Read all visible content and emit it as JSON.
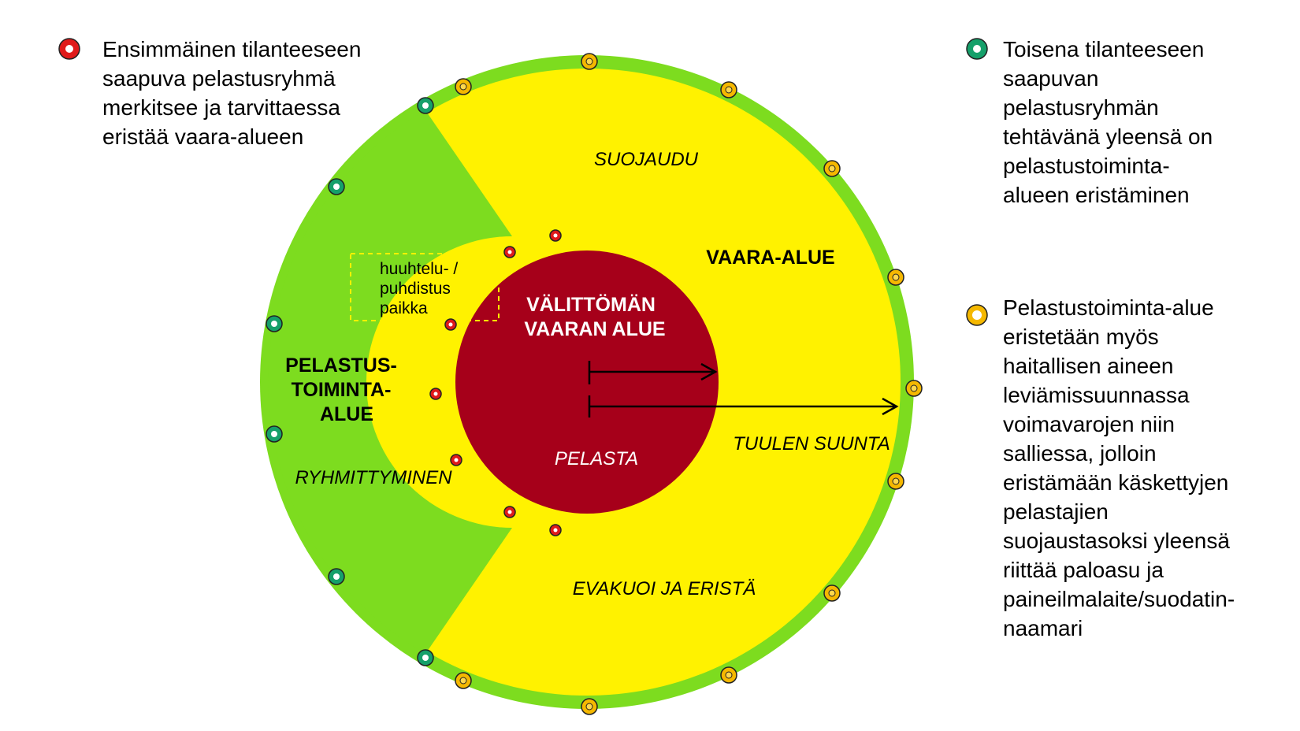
{
  "colors": {
    "outer_ring": "#7ddc1f",
    "danger_zone": "#fff200",
    "rescue_zone": "#7ddc1f",
    "immediate_zone": "#a6001a",
    "marker_red": "#e01a1a",
    "marker_green": "#15a06a",
    "marker_orange": "#f5a623"
  },
  "legend": {
    "red": {
      "icon": "red-ring-marker",
      "text": "Ensimmäinen tilanteeseen\nsaapuva pelastusryhmä\nmerkitsee ja tarvittaessa\neristää vaara-alueen"
    },
    "green": {
      "icon": "green-ring-marker",
      "text": "Toisena tilanteeseen\nsaapuvan\npelastusryhmän\ntehtävänä yleensä on\npelastustoiminta-\nalueen eristäminen"
    },
    "orange": {
      "icon": "orange-ring-marker",
      "text": "Pelastustoiminta-alue\neristetään myös\nhaitallisen aineen\nleviämissuunnassa\nvoimavarojen niin\nsalliessa, jolloin\neristämään käskettyjen\npelastajien\nsuojaustasoksi yleensä\nriittää paloasu ja\npaineilmalaite/suodatin-\nnaamari"
    }
  },
  "diagram": {
    "suojaudu": "SUOJAUDU",
    "vaara_alue": "VAARA-ALUE",
    "immediate_line1": "VÄLITTÖMÄN",
    "immediate_line2": "VAARAN ALUE",
    "pelasta": "PELASTA",
    "tuulen_suunta": "TUULEN SUUNTA",
    "evakuoi": "EVAKUOI JA ERISTÄ",
    "rescue_line1": "PELASTUS-",
    "rescue_line2": "TOIMINTA-",
    "rescue_line3": "ALUE",
    "ryhmittyminen": "RYHMITTYMINEN",
    "huuhtelu_line1": "huuhtelu- /",
    "huuhtelu_line2": "puhdistus",
    "huuhtelu_line3": "paikka"
  }
}
